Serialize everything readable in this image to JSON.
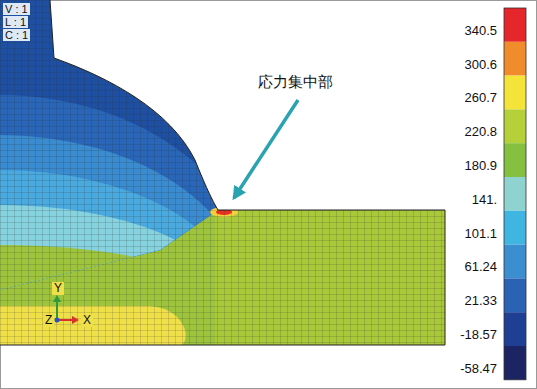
{
  "diagram": {
    "labels": [
      "V : 1",
      "L : 1",
      "C : 1",
      "応力集中部",
      "340.5",
      "300.6",
      "260.7",
      "220.8",
      "180.9",
      "141.",
      "101.1",
      "61.24",
      "21.33",
      "-18.57",
      "-58.47",
      "Y",
      "Z",
      "X"
    ]
  }
}
